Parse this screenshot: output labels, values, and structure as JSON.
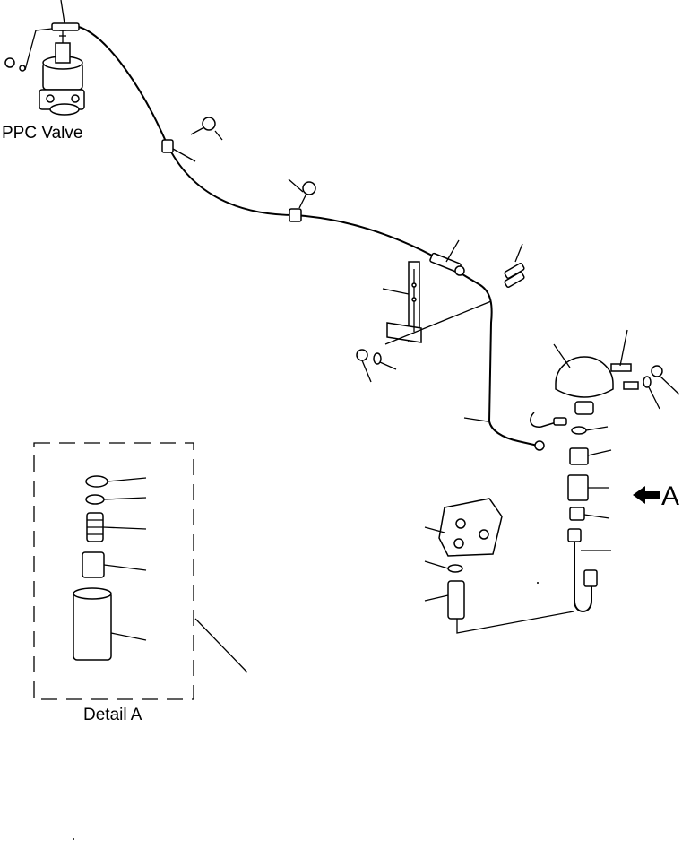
{
  "labels": {
    "ppc_valve": "PPC Valve",
    "detail": "Detail A",
    "view_arrow": "A"
  },
  "icons": {
    "view_arrow": "arrow-left-icon"
  },
  "colors": {
    "ink": "#000000",
    "background": "#ffffff"
  }
}
